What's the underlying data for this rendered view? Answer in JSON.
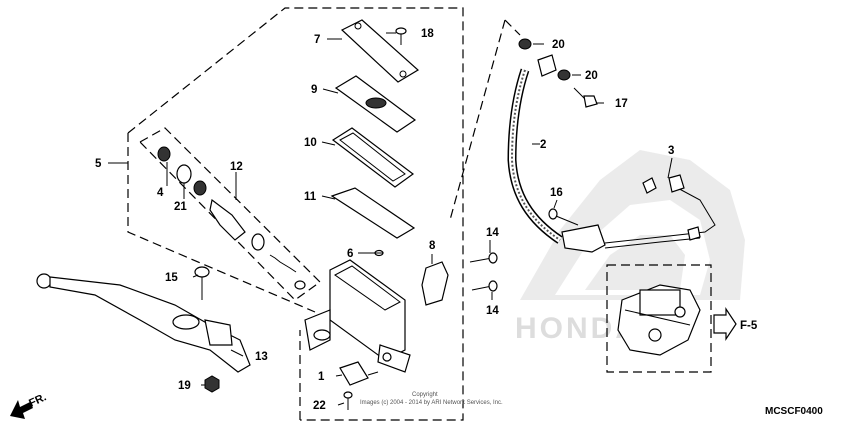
{
  "diagram": {
    "callouts": {
      "c1": "1",
      "c2": "2",
      "c3": "3",
      "c4": "4",
      "c5": "5",
      "c6": "6",
      "c7": "7",
      "c8": "8",
      "c9": "9",
      "c10": "10",
      "c11": "11",
      "c12": "12",
      "c13": "13",
      "c14a": "14",
      "c14b": "14",
      "c15": "15",
      "c16": "16",
      "c17": "17",
      "c18": "18",
      "c19": "19",
      "c20a": "20",
      "c20b": "20",
      "c21": "21",
      "c22": "22"
    },
    "ref_label": "F-5",
    "direction_label": "FR.",
    "copyright_line1": "Copyright",
    "copyright_line2": "Images (c) 2004 - 2014 by ARI Network Services, Inc.",
    "diagram_code": "MCSCF0400",
    "watermark_text": "HONDA"
  }
}
